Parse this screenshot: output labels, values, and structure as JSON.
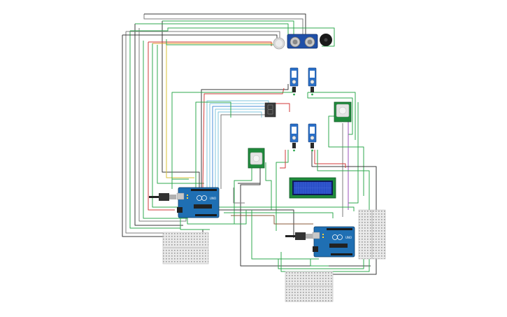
{
  "diagram": {
    "type": "breadboard-circuit",
    "wire_colors": {
      "green": "#2fa84f",
      "dark": "#3a3a3a",
      "gray": "#7d7d7d",
      "red": "#d23a3a",
      "orange": "#e39a2a",
      "yellow": "#d8c23a",
      "blue": "#4a8fd8",
      "cyan": "#7fc6dd",
      "purple": "#9a4fb8",
      "brown": "#8a5a3a"
    },
    "board_color": "#1f6fb3",
    "sensor_color": "#1f8a3c",
    "lcd_color": "#1f5cc0",
    "servo_color": "#2a6fc7",
    "components": [
      {
        "id": "arduino-uno-1",
        "kind": "arduino-uno",
        "label": "UNO"
      },
      {
        "id": "arduino-uno-2",
        "kind": "arduino-uno",
        "label": "UNO"
      },
      {
        "id": "ultrasonic-sensor",
        "kind": "ultrasonic-sensor"
      },
      {
        "id": "piezo-buzzer",
        "kind": "piezo-buzzer"
      },
      {
        "id": "servo-1",
        "kind": "micro-servo"
      },
      {
        "id": "servo-2",
        "kind": "micro-servo"
      },
      {
        "id": "servo-3",
        "kind": "micro-servo"
      },
      {
        "id": "servo-4",
        "kind": "micro-servo"
      },
      {
        "id": "pir-sensor-1",
        "kind": "pir-sensor"
      },
      {
        "id": "pir-sensor-2",
        "kind": "pir-sensor"
      },
      {
        "id": "seven-segment-display",
        "kind": "seven-segment-display"
      },
      {
        "id": "lcd-16x2",
        "kind": "lcd-16x2"
      },
      {
        "id": "breadboard-mini-1",
        "kind": "breadboard"
      },
      {
        "id": "breadboard-mini-2",
        "kind": "breadboard"
      },
      {
        "id": "breadboard-mini-3",
        "kind": "breadboard"
      },
      {
        "id": "usb-cable-1",
        "kind": "usb-cable"
      },
      {
        "id": "usb-cable-2",
        "kind": "usb-cable"
      },
      {
        "id": "photoresistor",
        "kind": "photoresistor"
      }
    ]
  }
}
